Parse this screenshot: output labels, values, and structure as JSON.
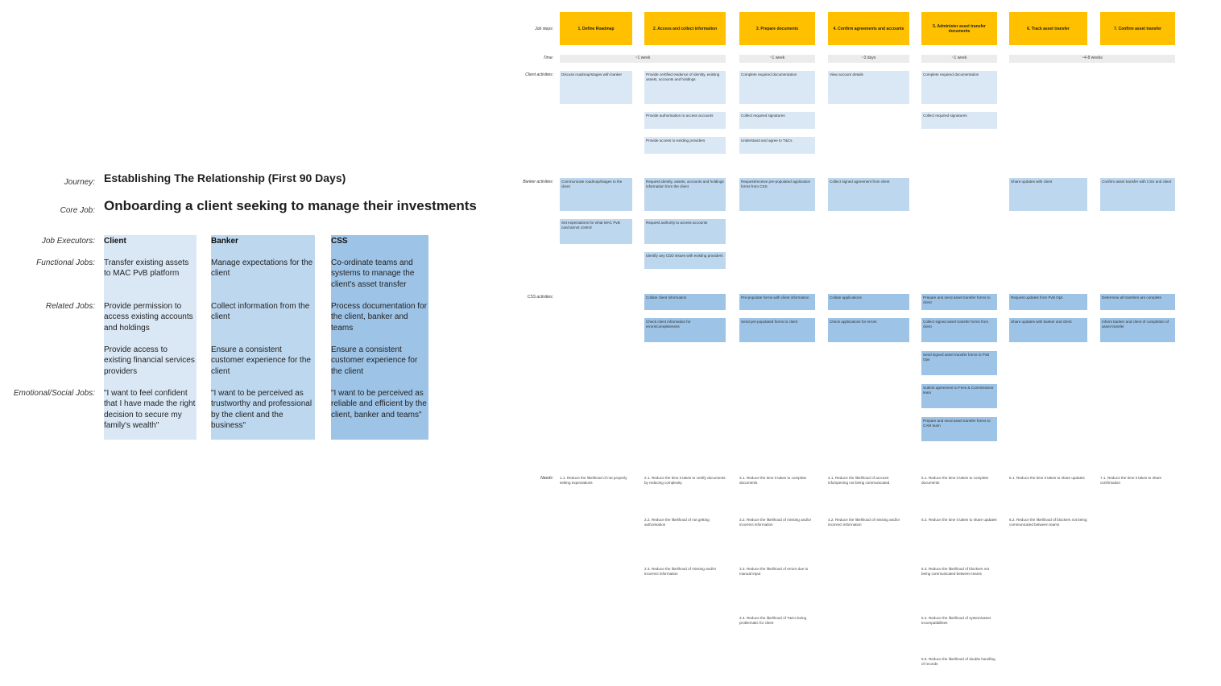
{
  "journey": {
    "label": "Journey:",
    "title": "Establishing The Relationship (First 90 Days)"
  },
  "core_job": {
    "label": "Core Job:",
    "title": "Onboarding a client seeking to manage their investments"
  },
  "row_labels": {
    "executors": "Job Executors:",
    "functional": "Functional Jobs:",
    "related": "Related Jobs:",
    "emotional": "Emotional/Social Jobs:"
  },
  "executors": [
    {
      "name": "Client",
      "functional": "Transfer existing assets to MAC PvB platform",
      "related1": "Provide permission to access existing accounts and holdings",
      "related2": "Provide access to existing financial services providers",
      "emotional": "\"I want to feel confident that I have made the right decision to secure my family's wealth\""
    },
    {
      "name": "Banker",
      "functional": "Manage expectations for the client",
      "related1": "Collect information from the client",
      "related2": "Ensure a consistent customer experience for the client",
      "emotional": "\"I want to be perceived as trustworthy and professional by the client and the business\""
    },
    {
      "name": "CSS",
      "functional": "Co-ordinate teams and systems to manage the client's asset transfer",
      "related1": "Process documentation for the client, banker and teams",
      "related2": "Ensure a consistent customer experience for the client",
      "emotional": "\"I want to be perceived as reliable and efficient by the client, banker and teams\""
    }
  ],
  "map_labels": {
    "job_steps": "Job steps:",
    "time": "Time:",
    "client": "Client activities:",
    "banker": "Banker activities:",
    "css": "CSS activities:",
    "needs": "Needs:"
  },
  "steps": [
    "1. Define Roadmap",
    "2. Access and collect information",
    "3. Prepare documents",
    "4. Confirm agreements and accounts",
    "5. Administer asset transfer documents",
    "6. Track asset transfer",
    "7. Confirm asset transfer"
  ],
  "times": [
    "~1 week",
    "~1 week",
    "~3 days",
    "~1 week",
    "~4-8 weeks"
  ],
  "client_activities": [
    [
      "Discuss roadmap/stages with banker"
    ],
    [
      "Provide certified evidence of identity, existing assets, accounts and holdings",
      "Provide authorisation to access accounts",
      "Provide access to existing providers"
    ],
    [
      "Complete required documentation",
      "Collect required signatures",
      "Understand and agree to T&Cs"
    ],
    [
      "View account details"
    ],
    [
      "Complete required documentation",
      "Collect required signatures"
    ]
  ],
  "banker_activities": [
    [
      "Communicate roadmap/stages to the client",
      "Set expectations for what MAC PvB can/cannot control"
    ],
    [
      "Request identity, assets, accounts and holdings information from the client",
      "Request authority to access accounts",
      "Identify any CDD issues with existing providers"
    ],
    [
      "Request/receive pre-populated application forms from CSS"
    ],
    [
      "Collect signed agreement from client"
    ],
    [],
    [
      "Share updates with client"
    ],
    [
      "Confirm asset transfer with CSS and client"
    ]
  ],
  "css_activities": [
    [],
    [
      "Collate client information",
      "Check client information for errors/completeness"
    ],
    [
      "Pre-populate forms with client information",
      "Send pre-populated forms to client"
    ],
    [
      "Collate applications",
      "Check applications for errors"
    ],
    [
      "Prepare and send asset transfer forms to client",
      "Collect signed asset transfer forms from client",
      "Send signed asset transfer forms to PvB Ops",
      "Submit agreement to Fees & Commissions team",
      "Prepare and send asset transfer forms to CAM team"
    ],
    [
      "Request updates from PvB Ops",
      "Share updates with banker and client"
    ],
    [
      "Determine all transfers are complete",
      "Inform banker and client of completion of asset transfer"
    ]
  ],
  "needs": [
    [
      "1.1. Reduce the likelihood of not properly setting expectations"
    ],
    [
      "2.1. Reduce the time it takes to certify documents by reducing complexity",
      "2.2. Reduce the likelihood of not getting authorisation",
      "2.3. Reduce the likelihood of missing and/or incorrect information"
    ],
    [
      "3.1. Reduce the time it takes to complete documents",
      "3.2. Reduce the likelihood of missing and/or incorrect information",
      "3.3. Reduce the likelihood of errors due to manual input",
      "3.4. Reduce the likelihood of T&Cs being problematic for client"
    ],
    [
      "4.1. Reduce the likelihood of account info/opening not being communicated",
      "4.2. Reduce the likelihood of missing and/or incorrect information"
    ],
    [
      "5.1. Reduce the time it takes to complete documents",
      "5.2. Reduce the time it takes to share updates",
      "5.3. Reduce the likelihood of blockers not being communicated between teams",
      "5.4. Reduce the likelihood of system/asset incompatibilities",
      "5.5. Reduce the likelihood of double handling of records"
    ],
    [
      "6.1. Reduce the time it takes to share updates",
      "6.2. Reduce the likelihood of blockers not being communicated between teams"
    ],
    [
      "7.1. Reduce the time it takes to share confirmation"
    ]
  ]
}
